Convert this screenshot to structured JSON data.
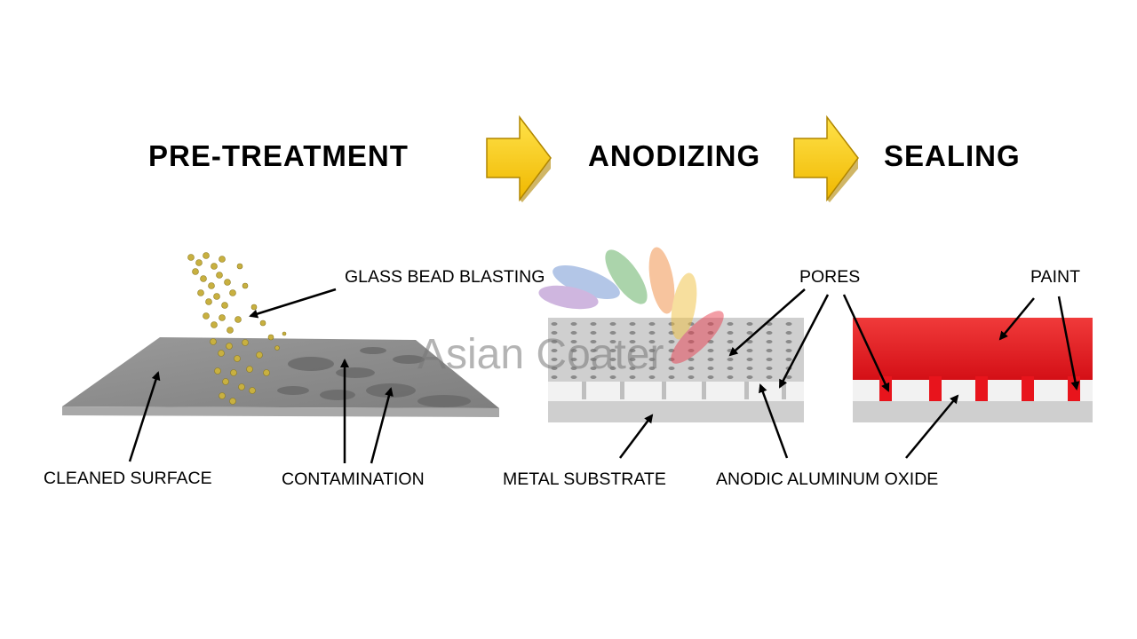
{
  "steps": [
    {
      "title": "PRE-TREATMENT"
    },
    {
      "title": "ANODIZING"
    },
    {
      "title": "SEALING"
    }
  ],
  "labels": {
    "glass_bead_blasting": "GLASS BEAD BLASTING",
    "cleaned_surface": "CLEANED SURFACE",
    "contamination": "CONTAMINATION",
    "pores": "PORES",
    "paint": "PAINT",
    "metal_substrate": "METAL SUBSTRATE",
    "anodic_aluminum_oxide": "ANODIC ALUMINUM OXIDE"
  },
  "watermark": {
    "text": "Asian Coater"
  },
  "colors": {
    "arrow_fill": "#f5c400",
    "arrow_shade": "#b08600",
    "plate_gray": "#8c8c8c",
    "paint_red": "#e8141c",
    "oxide_white": "#f2f2f2",
    "bead_yellow": "#c8b040"
  },
  "icons": [
    "step-arrow-icon",
    "pointer-arrow-icon"
  ]
}
